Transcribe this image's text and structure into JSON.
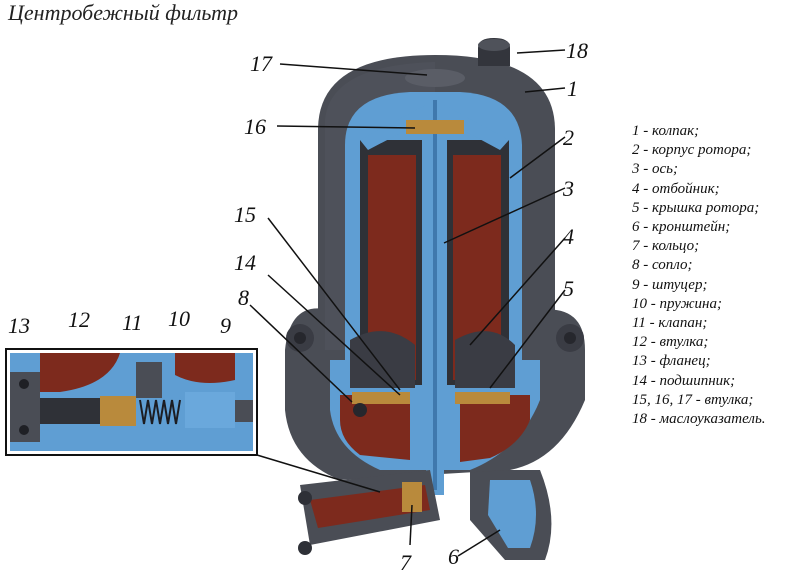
{
  "title": "Центробежный фильтр",
  "colors": {
    "housing": "#4a4d55",
    "housing_dark": "#2e3037",
    "section_blue": "#5f9ed3",
    "oil_red": "#7d2a1d",
    "brass": "#b98a3c"
  },
  "callouts": {
    "c1": "1",
    "c2": "2",
    "c3": "3",
    "c4": "4",
    "c5": "5",
    "c6": "6",
    "c7": "7",
    "c8": "8",
    "c9": "9",
    "c10": "10",
    "c11": "11",
    "c12": "12",
    "c13": "13",
    "c14": "14",
    "c15": "15",
    "c16": "16",
    "c17": "17",
    "c18": "18"
  },
  "legend": [
    "1 - колпак;",
    "2 - корпус ротора;",
    "3 - ось;",
    "4 - отбойник;",
    "5 - крышка ротора;",
    "6 - кронштейн;",
    "7 - кольцо;",
    "8 - сопло;",
    "9 - штуцер;",
    "10 - пружина;",
    "11 - клапан;",
    "12 - втулка;",
    "13 - фланец;",
    "14 - подшипник;",
    "15, 16, 17 - втулка;",
    "18 - маслоуказатель."
  ]
}
